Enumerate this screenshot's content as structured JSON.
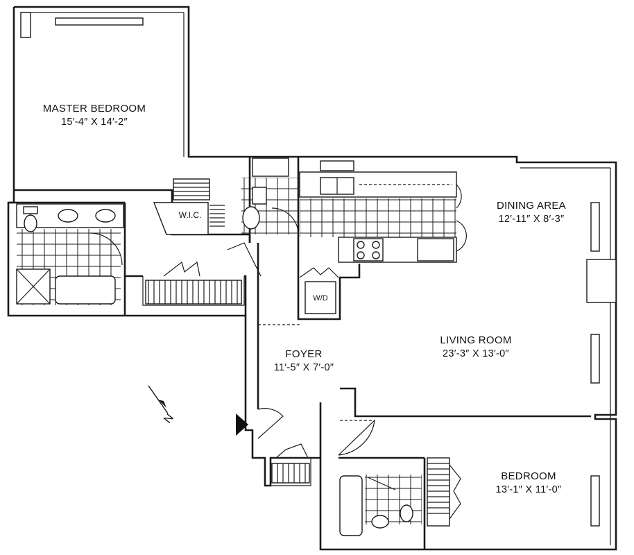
{
  "rooms": {
    "master_bedroom": {
      "name": "MASTER BEDROOM",
      "dims": "15′-4″ X 14′-2″"
    },
    "dining_area": {
      "name": "DINING AREA",
      "dims": "12′-11″ X 8′-3″"
    },
    "living_room": {
      "name": "LIVING ROOM",
      "dims": "23′-3″ X 13′-0″"
    },
    "foyer": {
      "name": "FOYER",
      "dims": "11′-5″ X 7′-0″"
    },
    "bedroom": {
      "name": "BEDROOM",
      "dims": "13′-1″ X 11′-0″"
    }
  },
  "labels": {
    "wic": "W.I.C.",
    "washer_dryer": "W/D",
    "north": "N"
  },
  "icons": {
    "north_arrow": "north-arrow-icon",
    "entry": "entry-triangle-icon"
  }
}
